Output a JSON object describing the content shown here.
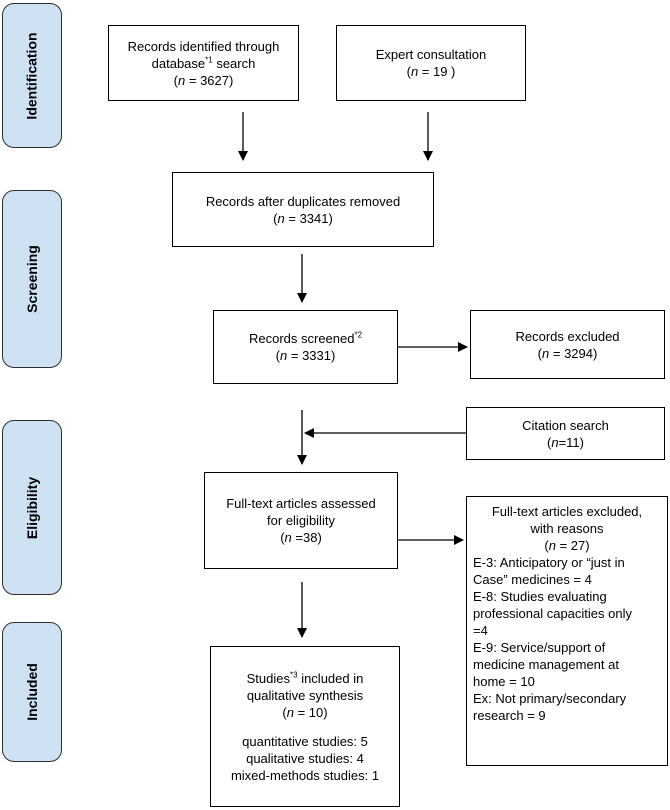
{
  "phases": {
    "identification": "Identification",
    "screening": "Screening",
    "eligibility": "Eligibility",
    "included": "Included"
  },
  "boxes": {
    "database": {
      "line1": "Records identified through",
      "line2_pre": "database",
      "line2_sup": "*1",
      "line2_post": " search",
      "n_label": "n",
      "n_value": " = 3627)"
    },
    "expert": {
      "line1": "Expert consultation",
      "n_label": "n",
      "n_value": " = 19 )"
    },
    "duplicates": {
      "line1": "Records after duplicates removed",
      "n_label": "n",
      "n_value": " = 3341)"
    },
    "screened": {
      "line1_pre": "Records screened",
      "line1_sup": "*2",
      "n_label": "n",
      "n_value": " = 3331)"
    },
    "excluded": {
      "line1": "Records excluded",
      "n_label": "n",
      "n_value": " = 3294)"
    },
    "citation": {
      "line1": "Citation search",
      "n_label": "n",
      "n_value": "=11)"
    },
    "fulltext": {
      "line1": "Full-text articles assessed",
      "line2": "for eligibility",
      "n_label": "n",
      "n_value": " =38)"
    },
    "ft_excluded": {
      "line1": "Full-text articles excluded,",
      "line2": "with reasons",
      "n_label": "n",
      "n_value": " = 27)",
      "reasons": [
        "E-3: Anticipatory or “just in",
        "Case” medicines = 4",
        "E-8: Studies evaluating",
        "professional capacities only",
        "=4",
        "E-9: Service/support of",
        "medicine management at",
        "home = 10",
        "Ex: Not primary/secondary",
        "research = 9"
      ]
    },
    "included": {
      "line1_pre": "Studies",
      "line1_sup": "*3",
      "line1_post": " included in",
      "line2": "qualitative synthesis",
      "n_label": "n",
      "n_value": " = 10)",
      "breakdown": [
        "quantitative studies: 5",
        "qualitative studies: 4",
        "mixed-methods studies: 1"
      ]
    }
  }
}
